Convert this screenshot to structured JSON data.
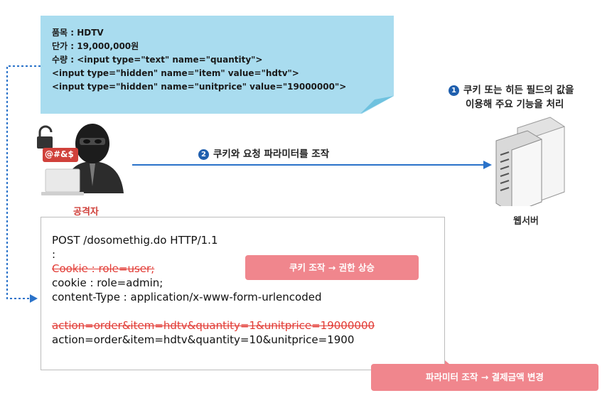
{
  "note": {
    "lines": [
      "품목 : HDTV",
      "단가 : 19,000,000원",
      "수량 : <input type=\"text\" name=\"quantity\">",
      "<input type=\"hidden\" name=\"item\" value=\"hdtv\">",
      "<input type=\"hidden\" name=\"unitprice\" value=\"19000000\">"
    ]
  },
  "steps": {
    "step1": {
      "number": "1",
      "line1": "쿠키 또는 히든 필드의 값을",
      "line2": "이용해 주요 기능을 처리"
    },
    "step2": {
      "number": "2",
      "text": "쿠키와 요청 파라미터를 조작"
    }
  },
  "labels": {
    "attacker": "공격자",
    "attacker_sign": "@#&$",
    "server": "웹서버"
  },
  "request": {
    "lines": [
      "POST /dosomethig.do HTTP/1.1",
      ":",
      "Cookie : role=user;",
      "cookie : role=admin;",
      "content-Type : application/x-www-form-urlencoded",
      "",
      "action=order&item=hdtv&quantity=1&unitprice=19000000",
      "action=order&item=hdtv&quantity=10&unitprice=1900"
    ]
  },
  "callouts": {
    "cookie": "쿠키 조작 → 권한 상승",
    "param": "파라미터 조작 → 결제금액 변경"
  },
  "colors": {
    "note_bg": "#a9dcef",
    "arrow": "#2a72c9",
    "badge": "#1f5fae",
    "callout_bg": "#f0868d",
    "strike_text": "#e23b35",
    "attacker_label": "#d0413b"
  }
}
